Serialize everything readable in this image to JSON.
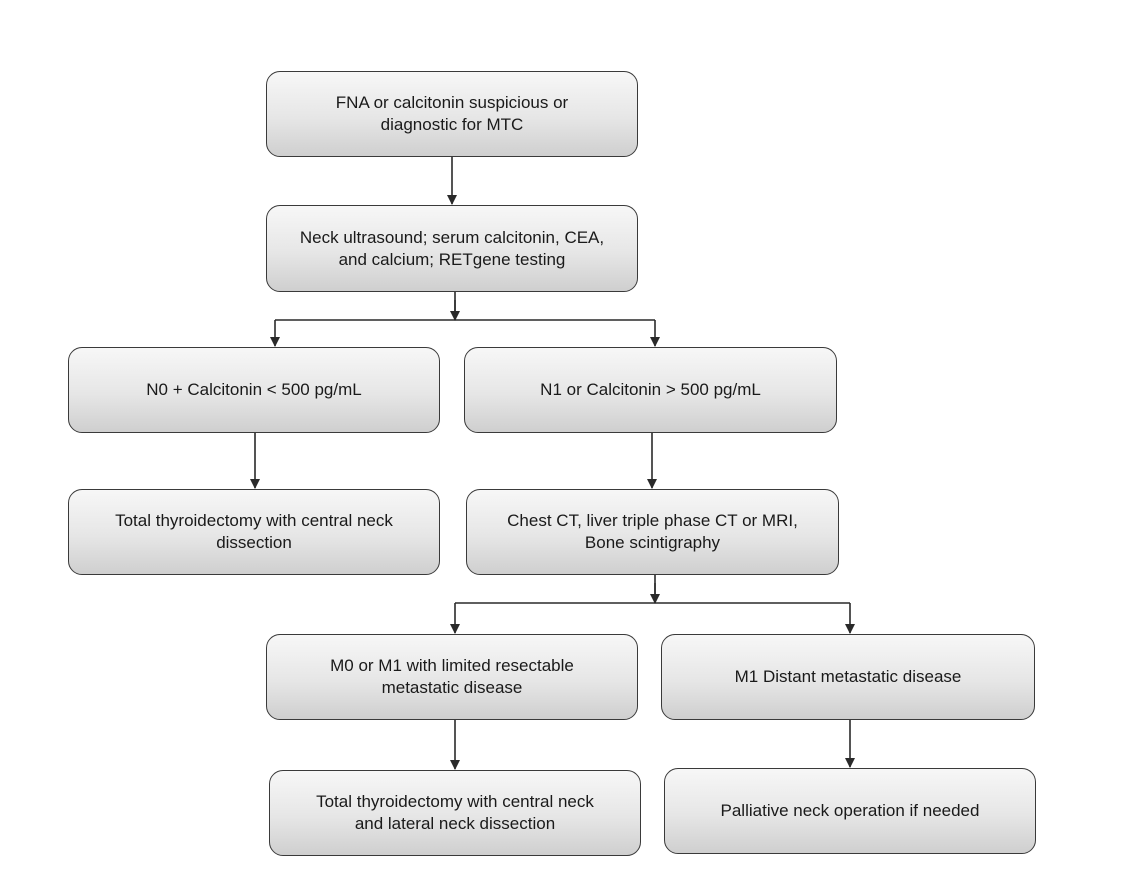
{
  "nodes": {
    "fna": "FNA or calcitonin suspicious or\ndiagnostic for MTC",
    "workup": "Neck ultrasound; serum calcitonin, CEA,\nand calcium; RETgene testing",
    "n0": "N0 + Calcitonin < 500 pg/mL",
    "n1": "N1 or Calcitonin > 500 pg/mL",
    "total_central": "Total thyroidectomy with central neck\ndissection",
    "imaging": "Chest CT, liver triple phase CT or MRI,\nBone scintigraphy",
    "m0": "M0 or M1 with limited resectable\nmetastatic disease",
    "m1": "M1 Distant metastatic disease",
    "total_lateral": "Total thyroidectomy with central neck\nand lateral neck dissection",
    "palliative": "Palliative neck operation if needed"
  },
  "colors": {
    "border": "#3a3a3a",
    "fill_top": "#f7f7f7",
    "fill_bottom": "#cfcfcf",
    "line": "#2a2a2a"
  }
}
